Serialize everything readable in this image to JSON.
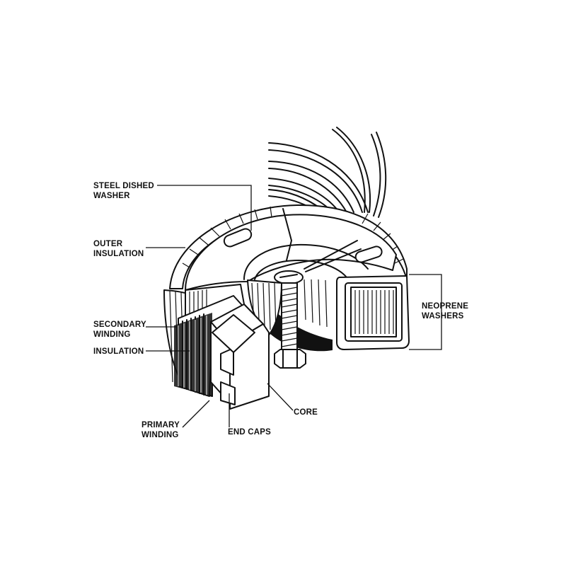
{
  "diagram": {
    "labels": {
      "steel_dished_washer": [
        "STEEL DISHED",
        "WASHER"
      ],
      "outer_insulation": [
        "OUTER",
        "INSULATION"
      ],
      "secondary_winding": [
        "SECONDARY",
        "WINDING"
      ],
      "insulation": "INSULATION",
      "primary_winding": [
        "PRIMARY",
        "WINDING"
      ],
      "end_caps": "END CAPS",
      "core": "CORE",
      "neoprene_washers": [
        "NEOPRENE",
        "WASHERS"
      ]
    }
  }
}
